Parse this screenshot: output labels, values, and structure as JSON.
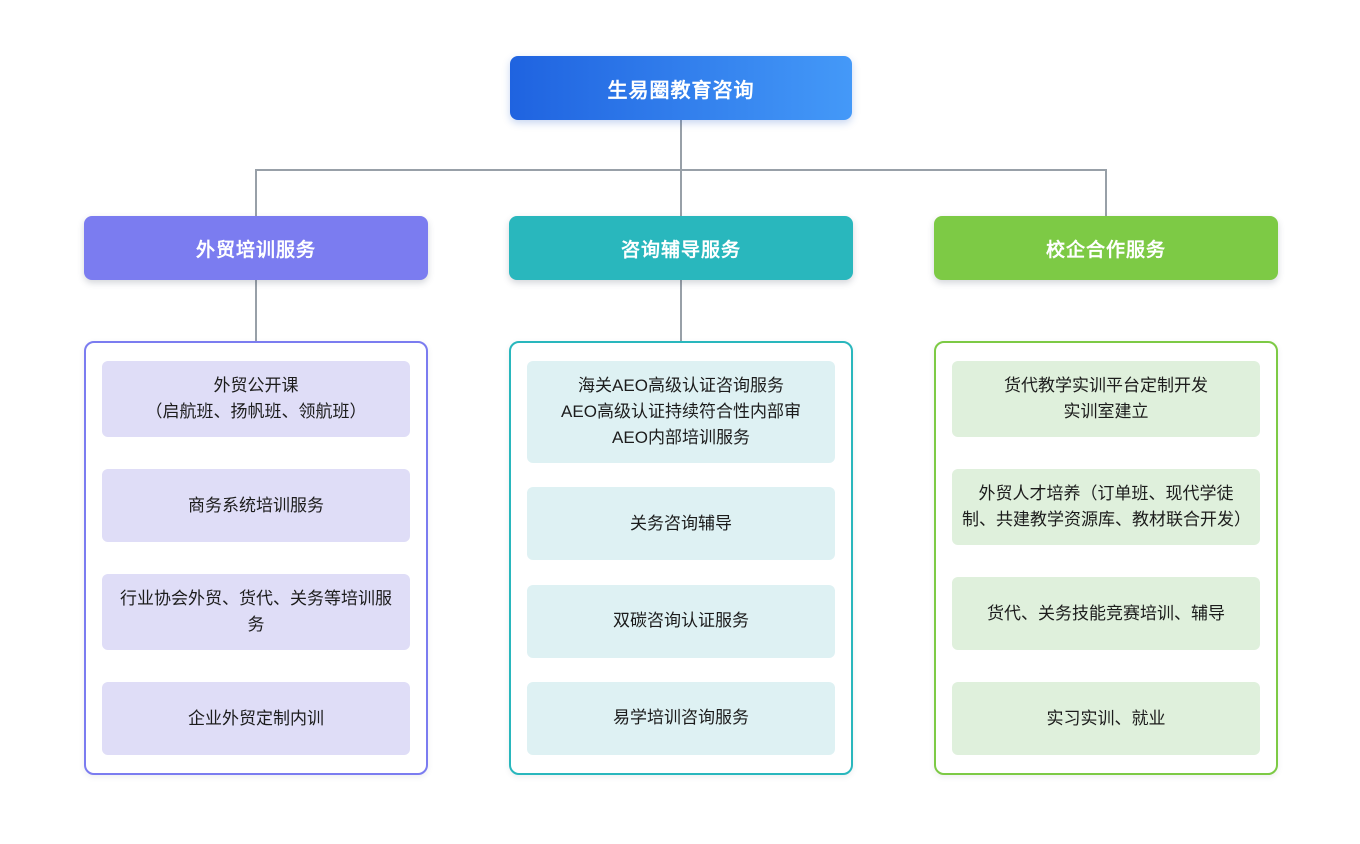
{
  "root": {
    "label": "生易圈教育咨询",
    "gradient_start": "#1f63e0",
    "gradient_end": "#4499f8"
  },
  "connector_color": "#98a0a8",
  "columns": [
    {
      "header": "外贸培训服务",
      "accent_color": "#7b7cf0",
      "item_bg_color": "#dfddf7",
      "items": [
        {
          "lines": [
            "外贸公开课",
            "（启航班、扬帆班、领航班）"
          ]
        },
        {
          "lines": [
            "商务系统培训服务"
          ]
        },
        {
          "lines": [
            "行业协会外贸、货代、关务等培训服务"
          ]
        },
        {
          "lines": [
            "企业外贸定制内训"
          ]
        }
      ]
    },
    {
      "header": "咨询辅导服务",
      "accent_color": "#29b7bd",
      "item_bg_color": "#def1f3",
      "items": [
        {
          "lines": [
            "海关AEO高级认证咨询服务",
            "AEO高级认证持续符合性内部审",
            "AEO内部培训服务"
          ]
        },
        {
          "lines": [
            "关务咨询辅导"
          ]
        },
        {
          "lines": [
            "双碳咨询认证服务"
          ]
        },
        {
          "lines": [
            "易学培训咨询服务"
          ]
        }
      ]
    },
    {
      "header": "校企合作服务",
      "accent_color": "#7dca45",
      "item_bg_color": "#dff0dc",
      "items": [
        {
          "lines": [
            "货代教学实训平台定制开发",
            "实训室建立"
          ]
        },
        {
          "lines": [
            "外贸人才培养（订单班、现代学徒制、共建教学资源库、教材联合开发）"
          ]
        },
        {
          "lines": [
            "货代、关务技能竞赛培训、辅导"
          ]
        },
        {
          "lines": [
            "实习实训、就业"
          ]
        }
      ]
    }
  ]
}
